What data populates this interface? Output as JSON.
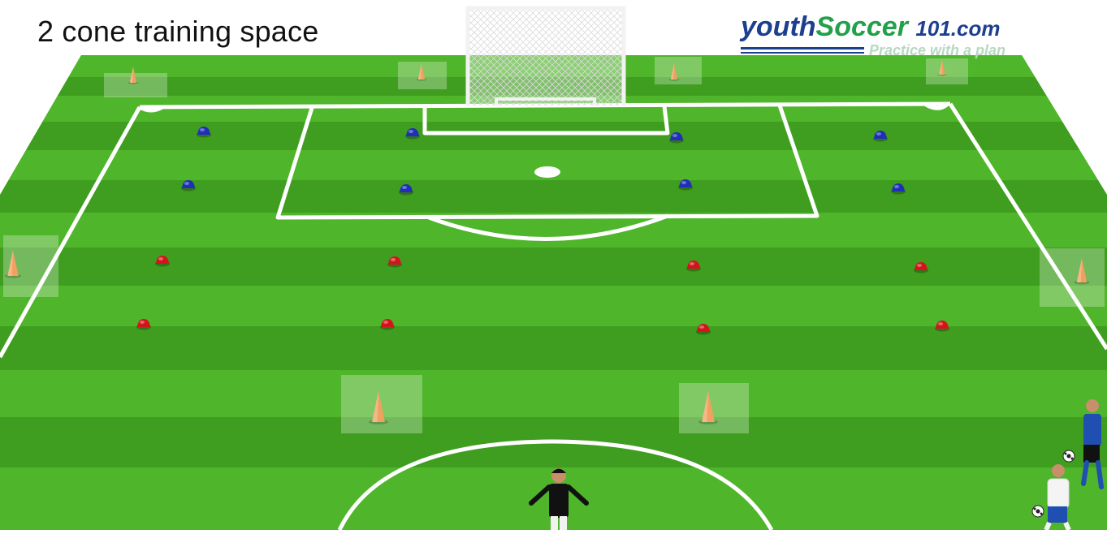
{
  "title": "2 cone training space",
  "logo": {
    "brand_part1": "youth",
    "brand_part2": "Soccer",
    "brand_number": "101.com",
    "tagline": "Practice with a plan"
  },
  "colors": {
    "grass_light": "#4fb52a",
    "grass_dark": "#3f9e1f",
    "line": "#ffffff",
    "blue_cone": "#1f2fb8",
    "red_cone": "#d4141a",
    "orange_cone": "#f0a060",
    "keeper_kit": "#111111",
    "player_blue": "#1f4fb0",
    "player_white": "#f4f4f4"
  },
  "markers": {
    "blue_cone_count": 8,
    "red_cone_count": 8,
    "orange_cone_count": 8
  }
}
